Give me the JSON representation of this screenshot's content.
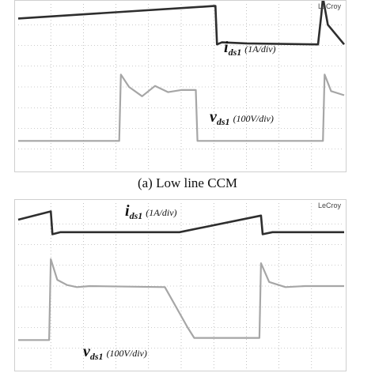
{
  "colors": {
    "current": "#2e2e2e",
    "voltage": "#a6a6a6",
    "grid": "#9a9a9a"
  },
  "chart_data": [
    {
      "type": "line",
      "title": "(a) Low line CCM",
      "brand": "LeCroy",
      "grid": true,
      "divisions": {
        "x": 10,
        "y": 8
      },
      "xlim": [
        0,
        10
      ],
      "ylim": [
        -4,
        4
      ],
      "series": [
        {
          "name": "i",
          "subscript": "ds1",
          "unit": "(1A/div)",
          "x": [
            0,
            6.0,
            6.05,
            6.1,
            6.25,
            7.0,
            9.2,
            9.3,
            9.35,
            9.5,
            10
          ],
          "y": [
            3.3,
            3.9,
            3.9,
            2.05,
            2.15,
            2.1,
            2.05,
            3.5,
            4.3,
            3.0,
            2.05
          ]
        },
        {
          "name": "v",
          "subscript": "ds1",
          "unit": "(100V/div)",
          "x": [
            0,
            3.1,
            3.15,
            3.4,
            3.8,
            4.2,
            4.6,
            5.0,
            5.45,
            5.5,
            9.35,
            9.4,
            9.6,
            10
          ],
          "y": [
            -2.6,
            -2.6,
            0.6,
            0.0,
            -0.45,
            0.05,
            -0.25,
            -0.15,
            -0.15,
            -2.6,
            -2.6,
            0.6,
            -0.2,
            -0.4
          ]
        }
      ]
    },
    {
      "type": "line",
      "title": "",
      "brand": "LeCroy",
      "grid": true,
      "divisions": {
        "x": 10,
        "y": 8
      },
      "xlim": [
        0,
        10
      ],
      "ylim": [
        -4,
        4
      ],
      "series": [
        {
          "name": "i",
          "subscript": "ds1",
          "unit": "(1A/div)",
          "x": [
            0,
            1.0,
            1.05,
            1.3,
            4.95,
            7.45,
            7.5,
            7.8,
            10
          ],
          "y": [
            3.2,
            3.6,
            2.5,
            2.6,
            2.6,
            3.4,
            2.5,
            2.6,
            2.6
          ]
        },
        {
          "name": "v",
          "subscript": "ds1",
          "unit": "(100V/div)",
          "x": [
            0,
            0.95,
            1.0,
            1.2,
            1.5,
            1.8,
            2.2,
            4.5,
            5.2,
            5.4,
            7.4,
            7.45,
            7.7,
            8.2,
            8.8,
            10
          ],
          "y": [
            -2.6,
            -2.6,
            1.3,
            0.3,
            0.05,
            -0.05,
            0.0,
            -0.05,
            -2.0,
            -2.5,
            -2.5,
            1.1,
            0.2,
            -0.05,
            0.0,
            0.0
          ]
        }
      ]
    }
  ]
}
